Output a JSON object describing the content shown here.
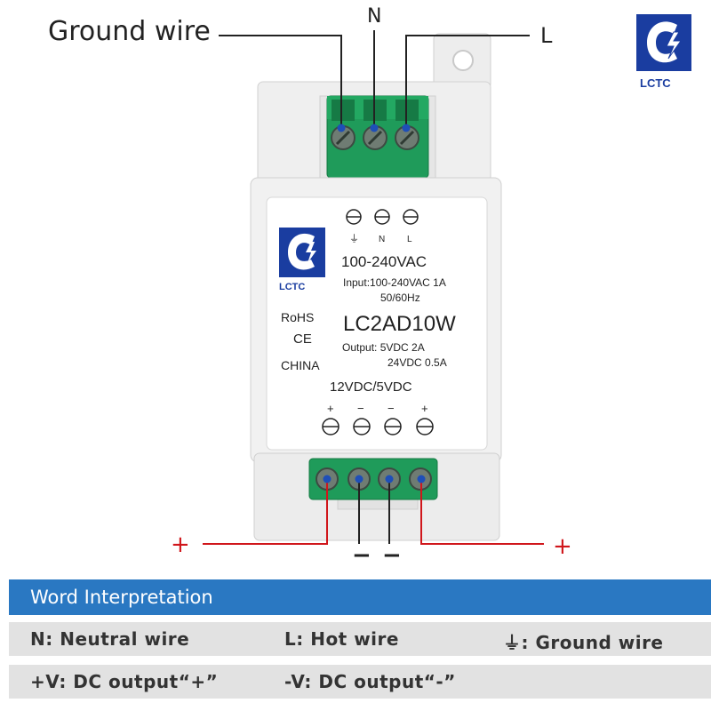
{
  "callouts": {
    "ground": "Ground wire",
    "neutral": "N",
    "live": "L",
    "plus_left": "+",
    "plus_right": "+",
    "minus_a": "−",
    "minus_b": "−"
  },
  "brand": {
    "name": "LCTC"
  },
  "label_panel": {
    "term_ground": "⏚",
    "term_n": "N",
    "term_l": "L",
    "input_range": "100-240VAC",
    "input_line1": "Input:100-240VAC 1A",
    "input_line2": "50/60Hz",
    "rohs": "RoHS",
    "ce": "CE",
    "origin": "CHINA",
    "model": "LC2AD10W",
    "output_line1": "Output: 5VDC   2A",
    "output_line2": "24VDC  0.5A",
    "output_type": "12VDC/5VDC",
    "out_signs": [
      "+",
      "−",
      "−",
      "+"
    ]
  },
  "legend": {
    "title": "Word  Interpretation",
    "rows": [
      [
        "N: Neutral wire",
        "L: Hot wire",
        "⏚: Ground wire"
      ],
      [
        "+V: DC output“+”",
        "-V: DC output“-”",
        ""
      ]
    ]
  },
  "colors": {
    "terminal_green": "#1f9b5a",
    "wire_red": "#d0161b",
    "header_blue": "#2a78c2",
    "dot_blue": "#1e4fb8"
  }
}
